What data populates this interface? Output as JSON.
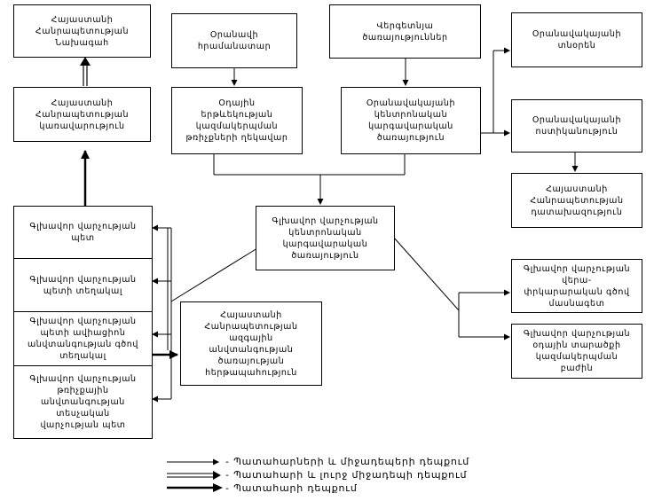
{
  "boxes": {
    "armenia_president": "Հայաստանի\nՀանրապետության\nՆախագահ",
    "armenia_government": "Հայաստանի\nՀանրապետության\nկառավարություն",
    "minister_defense": "Օրանավի\nհրամանատար",
    "supreme_body": "Վերգետնյա\nծառայություններ",
    "state_agencies_head": "Օդային\nերթևեկության\nկազմակերպման\nթռիչքների ղեկավար",
    "national_center": "Օրանավակայանի\nկենտրոնական\nկարգավարական\nծառայություն",
    "airport_admin": "Օրանավակայանի\nտնօրեն",
    "airport_security": "Օրանավակայանի\nոստիկանություն",
    "republic_prosecutor": "Հայաստանի\nՀանրապետության\nդատախազություն",
    "main_dept_center": "Գլխավոր վարչության\nկենտրոնական\nկարգավարական\nծառայություն",
    "main_dept_head": "Գլխավոր վարչության\nպետ",
    "main_dept_deputy": "Գլխավոր վարչության\nպետի տեղակալ",
    "main_dept_deputy_safety": "Գլխավոր վարչության\nպետի ավիացիոն\nանվտանգության գծով\nտեղակալ",
    "main_dept_flight_safety": "Գլխավոր վարչության\nթռիչքային\nանվտանգության\nտեսչական\nվարչության պետ",
    "national_security": "Հայաստանի\nՀանրապետության\nազգային\nանվտանգության\nծառայության\nհերթապահություն",
    "main_dept_inspection": "Գլխավոր վարչության\nվերա-\nփրկարարական գծով\nմասնագետ",
    "main_dept_regional": "Գլխավոր վարչության\nօդային տարածքի\nկազմակերպման\nբաժին"
  },
  "legend": [
    {
      "line": "thin",
      "text": "- Պատահարների և միջադեպերի դեպքում"
    },
    {
      "line": "double",
      "text": "- Պատահարի և լուրջ միջադեպի դեպքում"
    },
    {
      "line": "thick",
      "text": "- Պատահարի դեպքում"
    }
  ]
}
